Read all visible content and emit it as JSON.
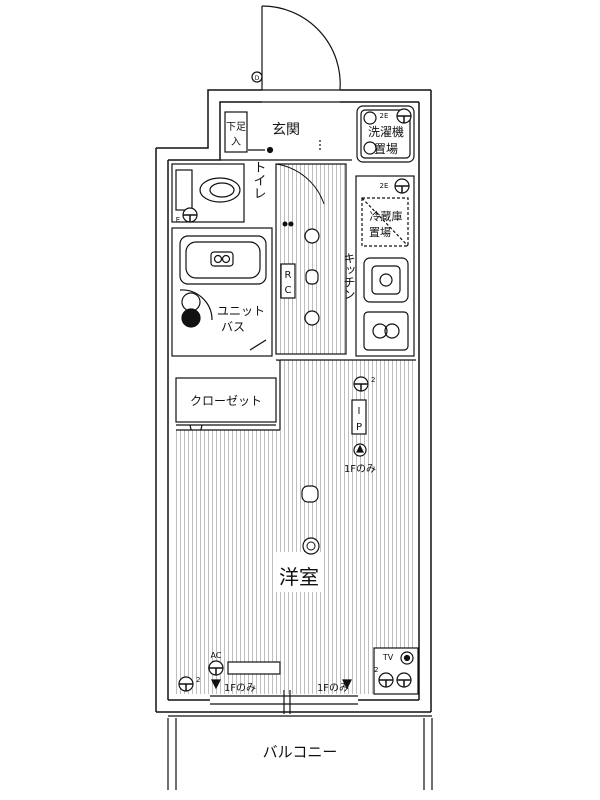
{
  "rooms": {
    "genkan": "玄関",
    "toilet": "トイレ",
    "unit_bath_line1": "ユニット",
    "unit_bath_line2": "バス",
    "kitchen": "キッチン",
    "closet": "クローゼット",
    "yoshitsu": "洋室",
    "balcony": "バルコニー"
  },
  "fixtures": {
    "laundry_line1": "洗濯機",
    "laundry_line2": "置場",
    "fridge_line1": "冷蔵庫",
    "fridge_line2": "置場",
    "shoebox_line1": "下足",
    "shoebox_line2": "入",
    "rc_r": "R",
    "rc_c": "C",
    "ip_i": "I",
    "ip_p": "P",
    "ac": "AC",
    "tv": "TV",
    "outlet_2e_a": "2E",
    "outlet_2e_b": "2E",
    "outlet_e": "E",
    "outlet_2_a": "2",
    "outlet_2_b": "2",
    "outlet_2_c": "2",
    "outlet_d": "D",
    "note_1f_a": "1Fのみ",
    "note_1f_b": "1Fのみ",
    "note_1f_c": "1Fのみ"
  }
}
